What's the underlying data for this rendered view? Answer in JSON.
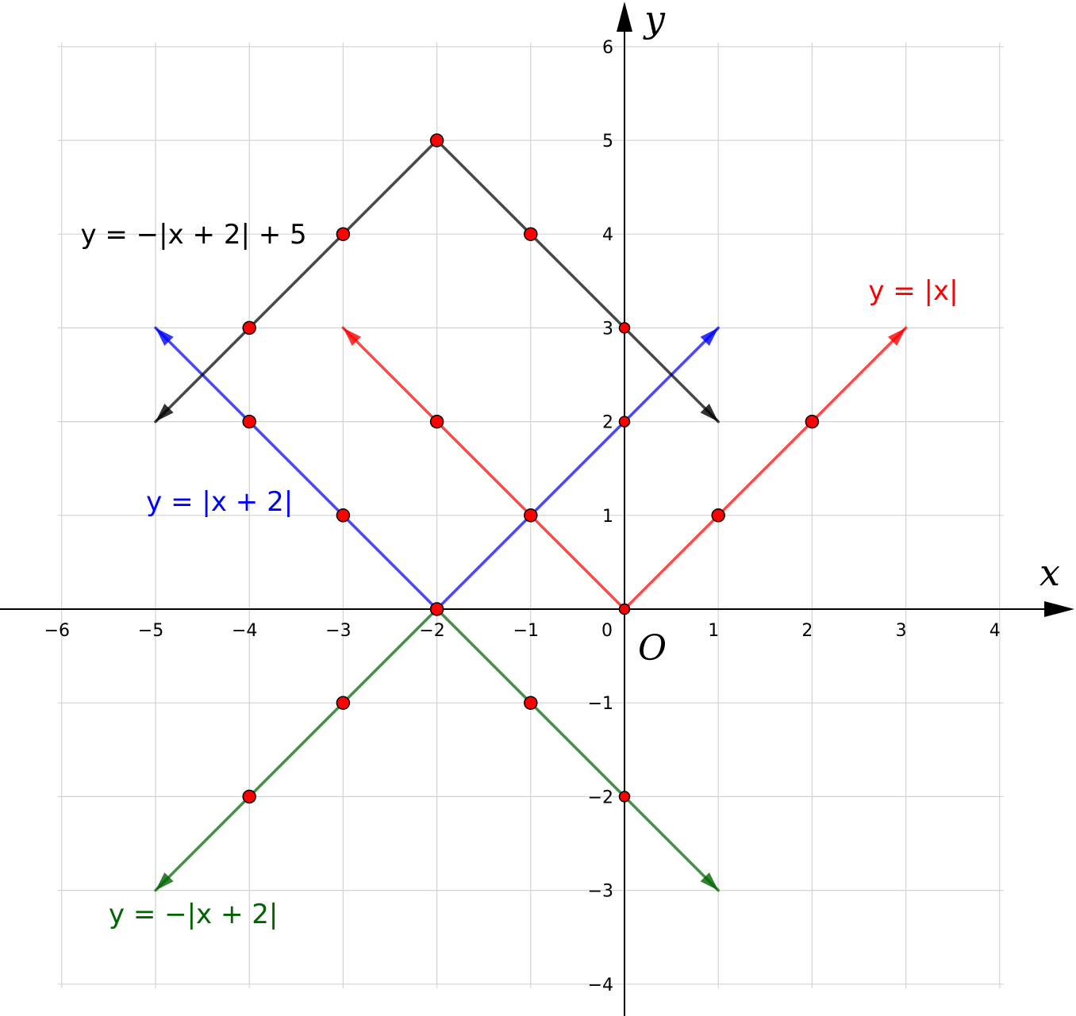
{
  "chart_data": {
    "type": "line",
    "xlabel": "x",
    "ylabel": "y",
    "origin_label": "O",
    "xlim": [
      -6,
      4
    ],
    "ylim": [
      -4,
      6
    ],
    "grid": true,
    "x_ticks": [
      {
        "value": -6,
        "label": "−6"
      },
      {
        "value": -5,
        "label": "−5"
      },
      {
        "value": -4,
        "label": "−4"
      },
      {
        "value": -3,
        "label": "−3"
      },
      {
        "value": -2,
        "label": "−2"
      },
      {
        "value": -1,
        "label": "−1"
      },
      {
        "value": 0,
        "label": "0"
      },
      {
        "value": 1,
        "label": "1"
      },
      {
        "value": 2,
        "label": "2"
      },
      {
        "value": 3,
        "label": "3"
      },
      {
        "value": 4,
        "label": "4"
      }
    ],
    "y_ticks": [
      {
        "value": -4,
        "label": "−4"
      },
      {
        "value": -3,
        "label": "−3"
      },
      {
        "value": -2,
        "label": "−2"
      },
      {
        "value": -1,
        "label": "−1"
      },
      {
        "value": 1,
        "label": "1"
      },
      {
        "value": 2,
        "label": "2"
      },
      {
        "value": 3,
        "label": "3"
      },
      {
        "value": 4,
        "label": "4"
      },
      {
        "value": 5,
        "label": "5"
      },
      {
        "value": 6,
        "label": "6"
      }
    ],
    "series": [
      {
        "name": "y = |x|",
        "color": "#ff0000",
        "vertex": [
          0,
          0
        ],
        "arms": [
          [
            [
              0,
              0
            ],
            [
              3,
              3
            ]
          ],
          [
            [
              0,
              0
            ],
            [
              -3,
              3
            ]
          ]
        ],
        "points": [
          [
            0,
            0
          ],
          [
            1,
            1
          ],
          [
            2,
            2
          ],
          [
            -1,
            1
          ],
          [
            -2,
            2
          ]
        ],
        "label_pos": [
          2.6,
          3.3
        ]
      },
      {
        "name": "y = |x + 2|",
        "color": "#0000ff",
        "vertex": [
          -2,
          0
        ],
        "arms": [
          [
            [
              -2,
              0
            ],
            [
              1,
              3
            ]
          ],
          [
            [
              -2,
              0
            ],
            [
              -5,
              3
            ]
          ]
        ],
        "points": [
          [
            -2,
            0
          ],
          [
            -1,
            1
          ],
          [
            0,
            2
          ],
          [
            -3,
            1
          ],
          [
            -4,
            2
          ]
        ],
        "label_pos": [
          -5.1,
          1.05
        ]
      },
      {
        "name": "y = −|x + 2|",
        "color": "#006400",
        "vertex": [
          -2,
          0
        ],
        "arms": [
          [
            [
              -2,
              0
            ],
            [
              1,
              -3
            ]
          ],
          [
            [
              -2,
              0
            ],
            [
              -5,
              -3
            ]
          ]
        ],
        "points": [
          [
            -2,
            0
          ],
          [
            -1,
            -1
          ],
          [
            0,
            -2
          ],
          [
            -3,
            -1
          ],
          [
            -4,
            -2
          ]
        ],
        "label_pos": [
          -5.5,
          -3.35
        ]
      },
      {
        "name": "y = −|x + 2| + 5",
        "color": "#000000",
        "vertex": [
          -2,
          5
        ],
        "arms": [
          [
            [
              -2,
              5
            ],
            [
              1,
              2
            ]
          ],
          [
            [
              -2,
              5
            ],
            [
              -5,
              2
            ]
          ]
        ],
        "points": [
          [
            -2,
            5
          ],
          [
            -1,
            4
          ],
          [
            0,
            3
          ],
          [
            -3,
            4
          ],
          [
            -4,
            3
          ]
        ],
        "label_pos": [
          -5.8,
          3.9
        ]
      }
    ]
  }
}
